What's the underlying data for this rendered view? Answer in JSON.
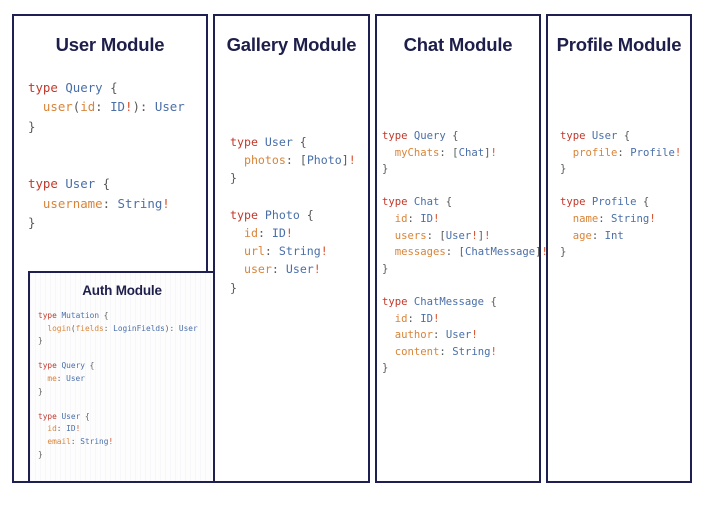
{
  "diagram": {
    "title_color": "#1e1e4b",
    "border_color": "#1f1f52",
    "background": "#ffffff",
    "syntax_colors": {
      "keyword": "#c0392b",
      "type_name": "#4a6fa8",
      "field_name": "#d98438",
      "punctuation": "#5a5a5a",
      "non_null": "#d4512e"
    }
  },
  "modules": {
    "user": {
      "title": "User Module",
      "code_lines": [
        [
          {
            "t": "type ",
            "c": "kw"
          },
          {
            "t": "Query",
            "c": "tname"
          },
          {
            "t": " {",
            "c": "punc"
          }
        ],
        [
          {
            "t": "  ",
            "c": "punc"
          },
          {
            "t": "user",
            "c": "fname"
          },
          {
            "t": "(",
            "c": "punc"
          },
          {
            "t": "id",
            "c": "fname"
          },
          {
            "t": ": ",
            "c": "punc"
          },
          {
            "t": "ID",
            "c": "tname"
          },
          {
            "t": "!",
            "c": "bang"
          },
          {
            "t": "): ",
            "c": "punc"
          },
          {
            "t": "User",
            "c": "tname"
          }
        ],
        [
          {
            "t": "}",
            "c": "punc"
          }
        ],
        [
          {
            "t": "",
            "c": "punc"
          }
        ],
        [
          {
            "t": "",
            "c": "punc"
          }
        ],
        [
          {
            "t": "type ",
            "c": "kw"
          },
          {
            "t": "User",
            "c": "tname"
          },
          {
            "t": " {",
            "c": "punc"
          }
        ],
        [
          {
            "t": "  ",
            "c": "punc"
          },
          {
            "t": "username",
            "c": "fname"
          },
          {
            "t": ": ",
            "c": "punc"
          },
          {
            "t": "String",
            "c": "tname"
          },
          {
            "t": "!",
            "c": "bang"
          }
        ],
        [
          {
            "t": "}",
            "c": "punc"
          }
        ]
      ]
    },
    "auth": {
      "title": "Auth Module",
      "code_lines": [
        [
          {
            "t": "type ",
            "c": "kw"
          },
          {
            "t": "Mutation",
            "c": "tname"
          },
          {
            "t": " {",
            "c": "punc"
          }
        ],
        [
          {
            "t": "  ",
            "c": "punc"
          },
          {
            "t": "login",
            "c": "fname"
          },
          {
            "t": "(",
            "c": "punc"
          },
          {
            "t": "fields",
            "c": "fname"
          },
          {
            "t": ": ",
            "c": "punc"
          },
          {
            "t": "LoginFields",
            "c": "tname"
          },
          {
            "t": "): ",
            "c": "punc"
          },
          {
            "t": "User",
            "c": "tname"
          }
        ],
        [
          {
            "t": "}",
            "c": "punc"
          }
        ],
        [
          {
            "t": "",
            "c": "punc"
          }
        ],
        [
          {
            "t": "type ",
            "c": "kw"
          },
          {
            "t": "Query",
            "c": "tname"
          },
          {
            "t": " {",
            "c": "punc"
          }
        ],
        [
          {
            "t": "  ",
            "c": "punc"
          },
          {
            "t": "me",
            "c": "fname"
          },
          {
            "t": ": ",
            "c": "punc"
          },
          {
            "t": "User",
            "c": "tname"
          }
        ],
        [
          {
            "t": "}",
            "c": "punc"
          }
        ],
        [
          {
            "t": "",
            "c": "punc"
          }
        ],
        [
          {
            "t": "type ",
            "c": "kw"
          },
          {
            "t": "User",
            "c": "tname"
          },
          {
            "t": " {",
            "c": "punc"
          }
        ],
        [
          {
            "t": "  ",
            "c": "punc"
          },
          {
            "t": "id",
            "c": "fname"
          },
          {
            "t": ": ",
            "c": "punc"
          },
          {
            "t": "ID",
            "c": "tname"
          },
          {
            "t": "!",
            "c": "bang"
          }
        ],
        [
          {
            "t": "  ",
            "c": "punc"
          },
          {
            "t": "email",
            "c": "fname"
          },
          {
            "t": ": ",
            "c": "punc"
          },
          {
            "t": "String",
            "c": "tname"
          },
          {
            "t": "!",
            "c": "bang"
          }
        ],
        [
          {
            "t": "}",
            "c": "punc"
          }
        ]
      ]
    },
    "gallery": {
      "title": "Gallery Module",
      "code_lines": [
        [
          {
            "t": "type ",
            "c": "kw"
          },
          {
            "t": "User",
            "c": "tname"
          },
          {
            "t": " {",
            "c": "punc"
          }
        ],
        [
          {
            "t": "  ",
            "c": "punc"
          },
          {
            "t": "photos",
            "c": "fname"
          },
          {
            "t": ": [",
            "c": "punc"
          },
          {
            "t": "Photo",
            "c": "tname"
          },
          {
            "t": "]",
            "c": "punc"
          },
          {
            "t": "!",
            "c": "bang"
          }
        ],
        [
          {
            "t": "}",
            "c": "punc"
          }
        ],
        [
          {
            "t": "",
            "c": "punc"
          }
        ],
        [
          {
            "t": "type ",
            "c": "kw"
          },
          {
            "t": "Photo",
            "c": "tname"
          },
          {
            "t": " {",
            "c": "punc"
          }
        ],
        [
          {
            "t": "  ",
            "c": "punc"
          },
          {
            "t": "id",
            "c": "fname"
          },
          {
            "t": ": ",
            "c": "punc"
          },
          {
            "t": "ID",
            "c": "tname"
          },
          {
            "t": "!",
            "c": "bang"
          }
        ],
        [
          {
            "t": "  ",
            "c": "punc"
          },
          {
            "t": "url",
            "c": "fname"
          },
          {
            "t": ": ",
            "c": "punc"
          },
          {
            "t": "String",
            "c": "tname"
          },
          {
            "t": "!",
            "c": "bang"
          }
        ],
        [
          {
            "t": "  ",
            "c": "punc"
          },
          {
            "t": "user",
            "c": "fname"
          },
          {
            "t": ": ",
            "c": "punc"
          },
          {
            "t": "User",
            "c": "tname"
          },
          {
            "t": "!",
            "c": "bang"
          }
        ],
        [
          {
            "t": "}",
            "c": "punc"
          }
        ]
      ]
    },
    "chat": {
      "title": "Chat Module",
      "code_lines": [
        [
          {
            "t": "type ",
            "c": "kw"
          },
          {
            "t": "Query",
            "c": "tname"
          },
          {
            "t": " {",
            "c": "punc"
          }
        ],
        [
          {
            "t": "  ",
            "c": "punc"
          },
          {
            "t": "myChats",
            "c": "fname"
          },
          {
            "t": ": [",
            "c": "punc"
          },
          {
            "t": "Chat",
            "c": "tname"
          },
          {
            "t": "]",
            "c": "punc"
          },
          {
            "t": "!",
            "c": "bang"
          }
        ],
        [
          {
            "t": "}",
            "c": "punc"
          }
        ],
        [
          {
            "t": "",
            "c": "punc"
          }
        ],
        [
          {
            "t": "type ",
            "c": "kw"
          },
          {
            "t": "Chat",
            "c": "tname"
          },
          {
            "t": " {",
            "c": "punc"
          }
        ],
        [
          {
            "t": "  ",
            "c": "punc"
          },
          {
            "t": "id",
            "c": "fname"
          },
          {
            "t": ": ",
            "c": "punc"
          },
          {
            "t": "ID",
            "c": "tname"
          },
          {
            "t": "!",
            "c": "bang"
          }
        ],
        [
          {
            "t": "  ",
            "c": "punc"
          },
          {
            "t": "users",
            "c": "fname"
          },
          {
            "t": ": [",
            "c": "punc"
          },
          {
            "t": "User",
            "c": "tname"
          },
          {
            "t": "!",
            "c": "bang"
          },
          {
            "t": "]",
            "c": "punc"
          },
          {
            "t": "!",
            "c": "bang"
          }
        ],
        [
          {
            "t": "  ",
            "c": "punc"
          },
          {
            "t": "messages",
            "c": "fname"
          },
          {
            "t": ": [",
            "c": "punc"
          },
          {
            "t": "ChatMessage",
            "c": "tname"
          },
          {
            "t": "]",
            "c": "punc"
          },
          {
            "t": "!",
            "c": "bang"
          }
        ],
        [
          {
            "t": "}",
            "c": "punc"
          }
        ],
        [
          {
            "t": "",
            "c": "punc"
          }
        ],
        [
          {
            "t": "type ",
            "c": "kw"
          },
          {
            "t": "ChatMessage",
            "c": "tname"
          },
          {
            "t": " {",
            "c": "punc"
          }
        ],
        [
          {
            "t": "  ",
            "c": "punc"
          },
          {
            "t": "id",
            "c": "fname"
          },
          {
            "t": ": ",
            "c": "punc"
          },
          {
            "t": "ID",
            "c": "tname"
          },
          {
            "t": "!",
            "c": "bang"
          }
        ],
        [
          {
            "t": "  ",
            "c": "punc"
          },
          {
            "t": "author",
            "c": "fname"
          },
          {
            "t": ": ",
            "c": "punc"
          },
          {
            "t": "User",
            "c": "tname"
          },
          {
            "t": "!",
            "c": "bang"
          }
        ],
        [
          {
            "t": "  ",
            "c": "punc"
          },
          {
            "t": "content",
            "c": "fname"
          },
          {
            "t": ": ",
            "c": "punc"
          },
          {
            "t": "String",
            "c": "tname"
          },
          {
            "t": "!",
            "c": "bang"
          }
        ],
        [
          {
            "t": "}",
            "c": "punc"
          }
        ]
      ]
    },
    "profile": {
      "title": "Profile Module",
      "code_lines": [
        [
          {
            "t": "type ",
            "c": "kw"
          },
          {
            "t": "User",
            "c": "tname"
          },
          {
            "t": " {",
            "c": "punc"
          }
        ],
        [
          {
            "t": "  ",
            "c": "punc"
          },
          {
            "t": "profile",
            "c": "fname"
          },
          {
            "t": ": ",
            "c": "punc"
          },
          {
            "t": "Profile",
            "c": "tname"
          },
          {
            "t": "!",
            "c": "bang"
          }
        ],
        [
          {
            "t": "}",
            "c": "punc"
          }
        ],
        [
          {
            "t": "",
            "c": "punc"
          }
        ],
        [
          {
            "t": "type ",
            "c": "kw"
          },
          {
            "t": "Profile",
            "c": "tname"
          },
          {
            "t": " {",
            "c": "punc"
          }
        ],
        [
          {
            "t": "  ",
            "c": "punc"
          },
          {
            "t": "name",
            "c": "fname"
          },
          {
            "t": ": ",
            "c": "punc"
          },
          {
            "t": "String",
            "c": "tname"
          },
          {
            "t": "!",
            "c": "bang"
          }
        ],
        [
          {
            "t": "  ",
            "c": "punc"
          },
          {
            "t": "age",
            "c": "fname"
          },
          {
            "t": ": ",
            "c": "punc"
          },
          {
            "t": "Int",
            "c": "tname"
          }
        ],
        [
          {
            "t": "}",
            "c": "punc"
          }
        ]
      ]
    }
  }
}
